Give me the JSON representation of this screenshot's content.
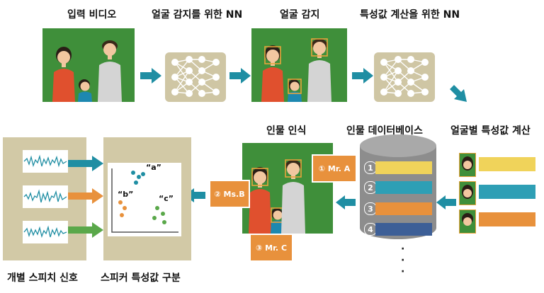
{
  "labels": {
    "input_video": "입력 비디오",
    "face_nn": "얼굴 감지를 위한 NN",
    "face_detect": "얼굴 감지",
    "feature_nn": "특성값 계산을 위한 NN",
    "face_features": "얼굴별 특성값 계산",
    "person_db": "인물 데이터베이스",
    "person_recog": "인물 인식",
    "speaker_features": "스피커 특성값 구분",
    "individual_speech": "개별 스피치 신호"
  },
  "tags": {
    "a": "① Mr. A",
    "b": "② Ms.B",
    "c": "③ Mr. C"
  },
  "db_rows": [
    "1",
    "2",
    "3",
    "4"
  ],
  "scatter_labels": {
    "a": "“a”",
    "b": "“b”",
    "c": "“c”"
  },
  "colors": {
    "green_bg": "#3f8f3a",
    "teal": "#1f8ea3",
    "orange": "#e8913c",
    "yellow": "#f0d35a",
    "blue": "#3d5f97",
    "tan": "#cfc6a4",
    "gray": "#8d8d8d"
  }
}
